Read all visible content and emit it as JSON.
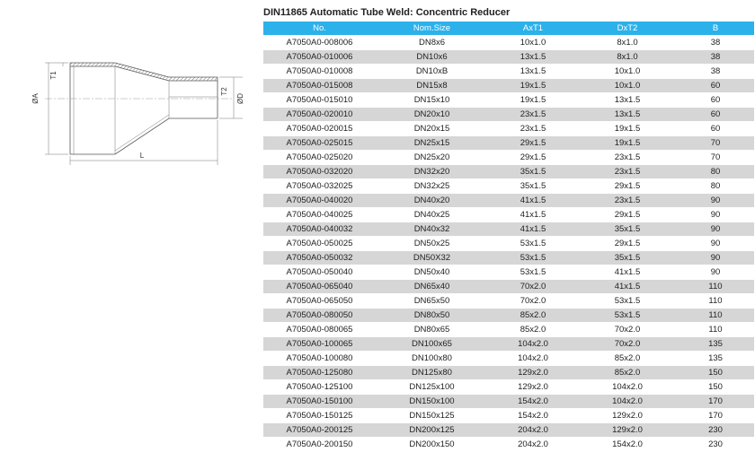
{
  "title": "DIN11865 Automatic Tube Weld: Concentric Reducer",
  "drawing_labels": {
    "diameter_a": "ØA",
    "thickness_1": "T1",
    "thickness_2": "T2",
    "diameter_d": "ØD",
    "length": "L"
  },
  "table": {
    "headers": [
      "No.",
      "Nom.Size",
      "AxT1",
      "DxT2",
      "B"
    ],
    "rows": [
      [
        "A7050A0-008006",
        "DN8x6",
        "10x1.0",
        "8x1.0",
        "38"
      ],
      [
        "A7050A0-010006",
        "DN10x6",
        "13x1.5",
        "8x1.0",
        "38"
      ],
      [
        "A7050A0-010008",
        "DN10xB",
        "13x1.5",
        "10x1.0",
        "38"
      ],
      [
        "A7050A0-015008",
        "DN15x8",
        "19x1.5",
        "10x1.0",
        "60"
      ],
      [
        "A7050A0-015010",
        "DN15x10",
        "19x1.5",
        "13x1.5",
        "60"
      ],
      [
        "A7050A0-020010",
        "DN20x10",
        "23x1.5",
        "13x1.5",
        "60"
      ],
      [
        "A7050A0-020015",
        "DN20x15",
        "23x1.5",
        "19x1.5",
        "60"
      ],
      [
        "A7050A0-025015",
        "DN25x15",
        "29x1.5",
        "19x1.5",
        "70"
      ],
      [
        "A7050A0-025020",
        "DN25x20",
        "29x1.5",
        "23x1.5",
        "70"
      ],
      [
        "A7050A0-032020",
        "DN32x20",
        "35x1.5",
        "23x1.5",
        "80"
      ],
      [
        "A7050A0-032025",
        "DN32x25",
        "35x1.5",
        "29x1.5",
        "80"
      ],
      [
        "A7050A0-040020",
        "DN40x20",
        "41x1.5",
        "23x1.5",
        "90"
      ],
      [
        "A7050A0-040025",
        "DN40x25",
        "41x1.5",
        "29x1.5",
        "90"
      ],
      [
        "A7050A0-040032",
        "DN40x32",
        "41x1.5",
        "35x1.5",
        "90"
      ],
      [
        "A7050A0-050025",
        "DN50x25",
        "53x1.5",
        "29x1.5",
        "90"
      ],
      [
        "A7050A0-050032",
        "DN50X32",
        "53x1.5",
        "35x1.5",
        "90"
      ],
      [
        "A7050A0-050040",
        "DN50x40",
        "53x1.5",
        "41x1.5",
        "90"
      ],
      [
        "A7050A0-065040",
        "DN65x40",
        "70x2.0",
        "41x1.5",
        "110"
      ],
      [
        "A7050A0-065050",
        "DN65x50",
        "70x2.0",
        "53x1.5",
        "110"
      ],
      [
        "A7050A0-080050",
        "DN80x50",
        "85x2.0",
        "53x1.5",
        "110"
      ],
      [
        "A7050A0-080065",
        "DN80x65",
        "85x2.0",
        "70x2.0",
        "110"
      ],
      [
        "A7050A0-100065",
        "DN100x65",
        "104x2.0",
        "70x2.0",
        "135"
      ],
      [
        "A7050A0-100080",
        "DN100x80",
        "104x2.0",
        "85x2.0",
        "135"
      ],
      [
        "A7050A0-125080",
        "DN125x80",
        "129x2.0",
        "85x2.0",
        "150"
      ],
      [
        "A7050A0-125100",
        "DN125x100",
        "129x2.0",
        "104x2.0",
        "150"
      ],
      [
        "A7050A0-150100",
        "DN150x100",
        "154x2.0",
        "104x2.0",
        "170"
      ],
      [
        "A7050A0-150125",
        "DN150x125",
        "154x2.0",
        "129x2.0",
        "170"
      ],
      [
        "A7050A0-200125",
        "DN200x125",
        "204x2.0",
        "129x2.0",
        "230"
      ],
      [
        "A7050A0-200150",
        "DN200x150",
        "204x2.0",
        "154x2.0",
        "230"
      ]
    ]
  },
  "colors": {
    "header_bg": "#2db1ea",
    "row_alt_bg": "#d6d6d6",
    "drawing_line": "#555555",
    "hatch": "#888888"
  }
}
